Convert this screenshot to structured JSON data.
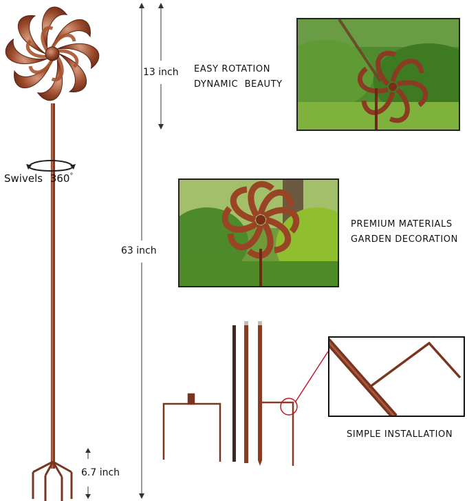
{
  "dimensions": {
    "flower_height": "13 inch",
    "total_height": "63 inch",
    "stake_height": "6.7 inch"
  },
  "swivel": {
    "label": "Swivels",
    "degrees": "360",
    "degree_symbol": "°"
  },
  "features": {
    "rotation_line1": "EASY ROTATION",
    "rotation_line2": "DYNAMIC  BEAUTY",
    "materials_line1": "PREMIUM MATERIALS",
    "materials_line2": "GARDEN DECORATION",
    "installation": "SIMPLE INSTALLATION"
  },
  "colors": {
    "copper": "#8b3b22",
    "copper_light": "#c98a6c",
    "foliage": "#3f8a2a",
    "callout_red": "#c0192a"
  }
}
